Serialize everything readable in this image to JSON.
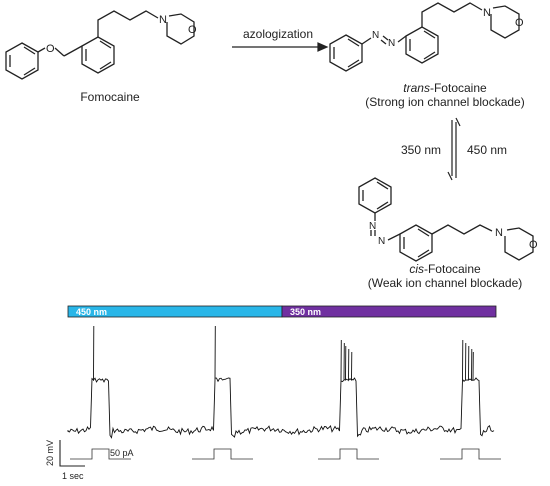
{
  "scheme": {
    "fomocaine_label": "Fomocaine",
    "reaction_label": "azologization",
    "trans_prefix": "trans",
    "trans_suffix": "-Fotocaine",
    "trans_note": "(Strong ion channel blockade)",
    "cis_prefix": "cis",
    "cis_suffix": "-Fotocaine",
    "cis_note": "(Weak ion channel blockade)",
    "forward_light": "350 nm",
    "reverse_light": "450 nm",
    "atom_N": "N",
    "atom_O": "O"
  },
  "recording": {
    "bar_left_label": "450 nm",
    "bar_right_label": "350 nm",
    "bar_left_color": "#29b6e8",
    "bar_right_color": "#7030a0",
    "scale_voltage": "20 mV",
    "scale_time": "1 sec",
    "stim_label": "50 pA",
    "bursts": [
      {
        "spikes": 1
      },
      {
        "spikes": 1
      },
      {
        "spikes": 5
      },
      {
        "spikes": 5
      }
    ]
  }
}
